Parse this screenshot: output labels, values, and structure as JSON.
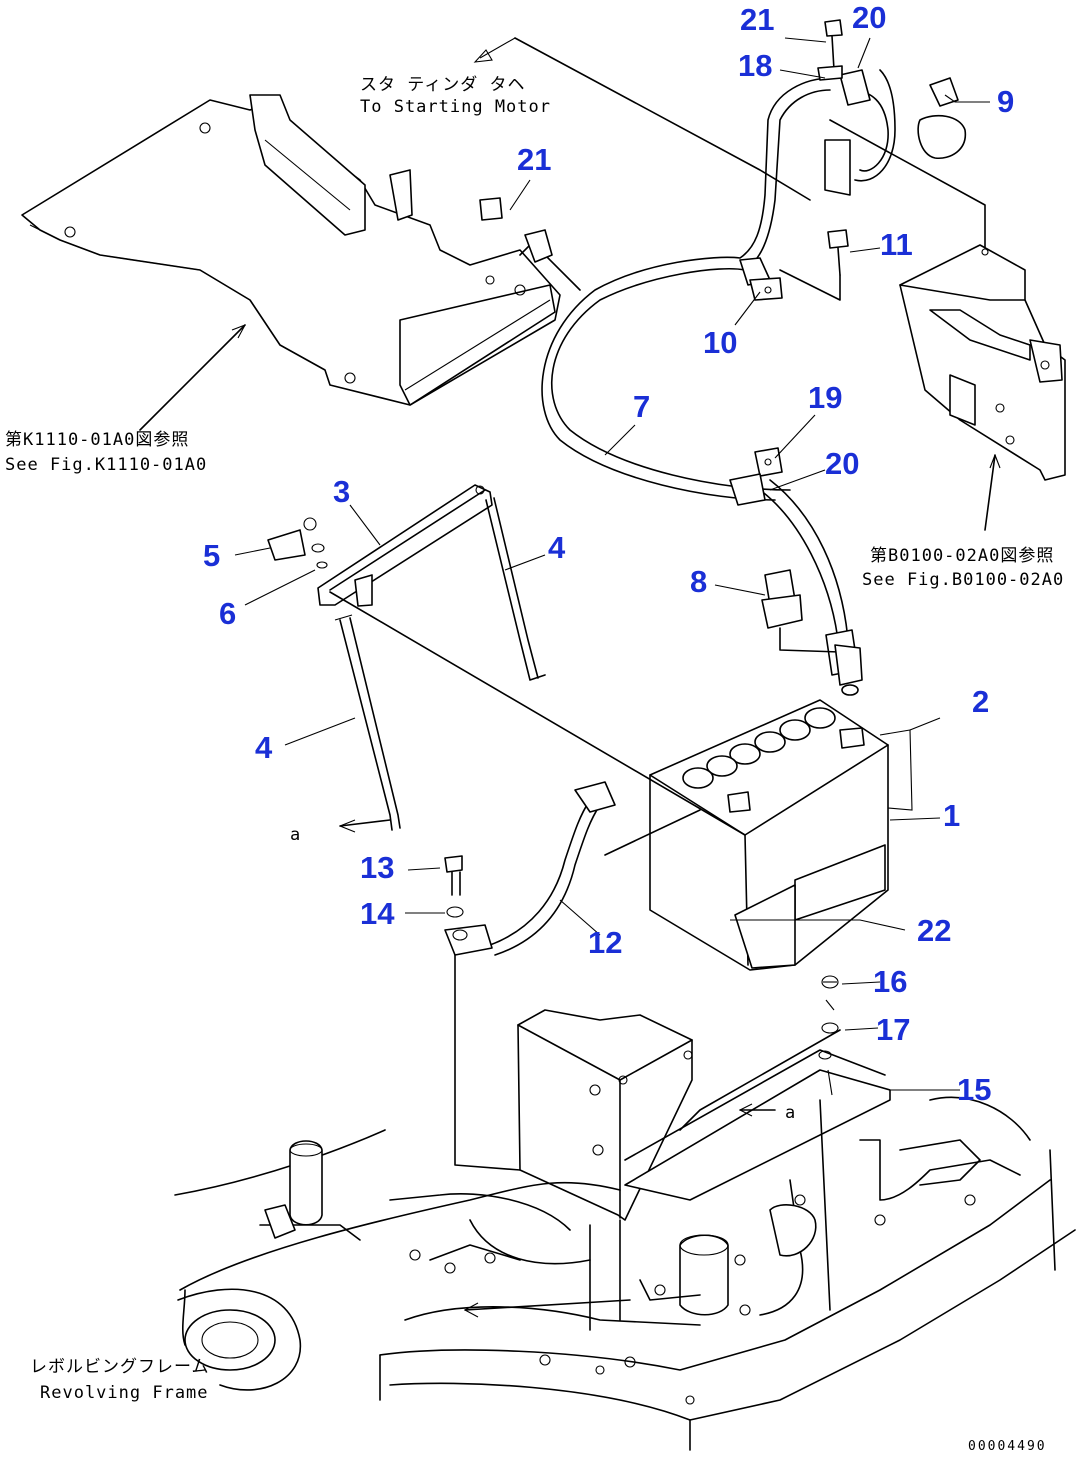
{
  "callouts": {
    "c21a": "21",
    "c20a": "20",
    "c18": "18",
    "c9": "9",
    "c21b": "21",
    "c11": "11",
    "c10": "10",
    "c7": "7",
    "c19": "19",
    "c20b": "20",
    "c3": "3",
    "c4a": "4",
    "c5": "5",
    "c6": "6",
    "c8": "8",
    "c2": "2",
    "c4b": "4",
    "c1": "1",
    "c13": "13",
    "c14": "14",
    "c12": "12",
    "c22": "22",
    "c16": "16",
    "c17": "17",
    "c15": "15"
  },
  "notes": {
    "starting_motor_jp": "スタ ティンダ  タヘ",
    "starting_motor_en": "To Starting Motor",
    "floor_ref_jp": "第K1110-01A0図参照",
    "floor_ref_en": "See Fig.K1110-01A0",
    "cover_ref_jp": "第B0100-02A0図参照",
    "cover_ref_en": "See Fig.B0100-02A0",
    "revolving_frame_jp": "レボルビングフレーム",
    "revolving_frame_en": "Revolving Frame",
    "arrow_a1": "a",
    "arrow_a2": "a"
  },
  "doc_id": "00004490",
  "colors": {
    "callout": "#1a2fd6",
    "line": "#000000"
  }
}
